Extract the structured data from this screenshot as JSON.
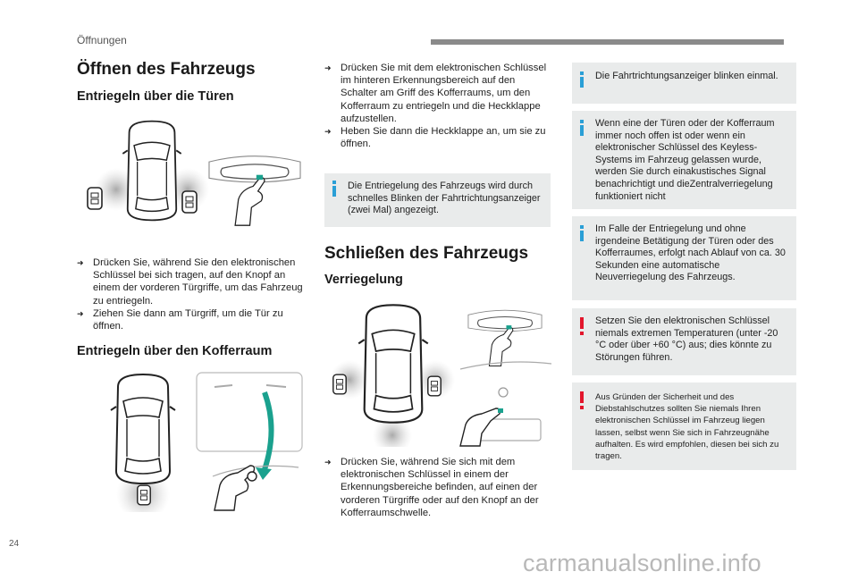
{
  "header": {
    "section": "Öffnungen"
  },
  "page_number": "24",
  "watermark": "carmanualsonline.info",
  "colors": {
    "info_accent": "#2a9fd6",
    "warning_accent": "#e2162c",
    "box_background": "#e9ebeb",
    "teal_arrow": "#1aa18e"
  },
  "col1": {
    "title": "Öffnen des Fahrzeugs",
    "subtitle_doors": "Entriegeln über die Türen",
    "doors_bullets": [
      "Drücken Sie, während Sie den elektronischen Schlüssel bei sich tragen, auf den Knopf an einem der vorderen Türgriffe, um das Fahrzeug zu entriegeln.",
      "Ziehen Sie dann am Türgriff, um die Tür zu öffnen."
    ],
    "subtitle_boot": "Entriegeln über den Kofferraum"
  },
  "col2": {
    "boot_bullets": [
      "Drücken Sie mit dem elektronischen Schlüssel im hinteren Erkennungsbereich auf den Schalter am Griff des Kofferraums, um den Kofferraum zu entriegeln und die Heckklappe aufzustellen.",
      "Heben Sie dann die Heckklappe an, um sie zu öffnen."
    ],
    "info_box": "Die Entriegelung des Fahrzeugs wird durch schnelles Blinken der Fahrtrichtungsanzeiger (zwei Mal) angezeigt.",
    "title_close": "Schließen des Fahrzeugs",
    "subtitle_lock": "Verriegelung",
    "lock_bullets": [
      "Drücken Sie, während Sie sich mit dem elektronischen Schlüssel in einem der Erkennungsbereiche befinden, auf einen der vorderen Türgriffe oder auf den Knopf an der Kofferraumschwelle."
    ]
  },
  "col3": {
    "boxes": [
      {
        "type": "info",
        "text": "Die Fahrtrichtungsanzeiger blinken einmal."
      },
      {
        "type": "info",
        "text": "Wenn eine der Türen oder der Kofferraum immer noch offen ist oder wenn ein elektronischer Schlüssel des Keyless-Systems im Fahrzeug gelassen wurde, werden Sie durch einakustisches Signal benachrichtigt und dieZentralverriegelung funktioniert nicht"
      },
      {
        "type": "info",
        "text": "Im Falle der Entriegelung und ohne irgendeine Betätigung der Türen oder des Kofferraumes, erfolgt nach Ablauf von ca. 30 Sekunden eine automatische Neuverriegelung des Fahrzeugs."
      },
      {
        "type": "warning",
        "text": "Setzen Sie den elektronischen Schlüssel niemals extremen Temperaturen (unter -20 °C oder über +60 °C) aus; dies könnte zu Störungen führen."
      },
      {
        "type": "warning",
        "text": "Aus Gründen der Sicherheit und des Diebstahlschutzes sollten Sie niemals Ihren elektronischen Schlüssel im Fahrzeug liegen lassen, selbst wenn Sie sich in Fahrzeugnähe aufhalten. Es wird empfohlen, diesen bei sich zu tragen."
      }
    ]
  }
}
